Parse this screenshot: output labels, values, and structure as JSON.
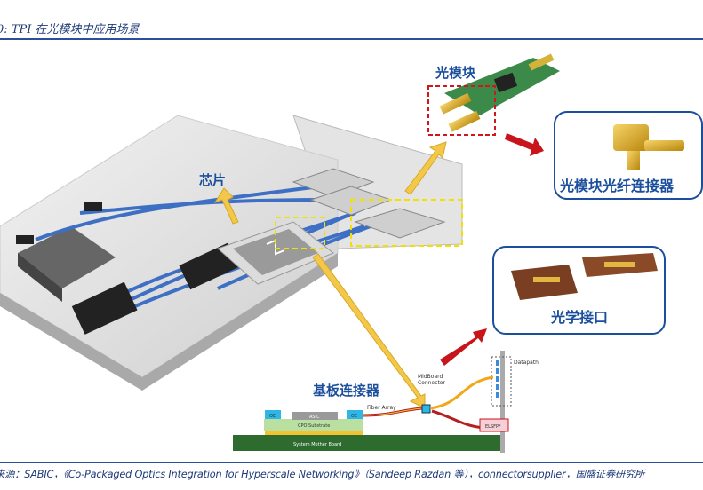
{
  "title": "0:  TPI 在光模块中应用场景",
  "figure": {
    "labels": {
      "chip": "芯片",
      "optical_module": "光模块",
      "optical_fiber_connector": "光模块光纤连接器",
      "optical_interface": "光学接口",
      "substrate_connector": "基板连接器"
    },
    "diagram": {
      "midboard_connector": [
        "MidBoard",
        "Connector"
      ],
      "fiber_array": "Fiber Array",
      "datapath": "Datapath",
      "oe_left": "OE",
      "asic": "ASIC",
      "oe_right": "OE",
      "cpo_substrate": "CPO Substrate",
      "system_mother_board": "System Mother Board",
      "elsfp": "ELSFP*"
    },
    "colors": {
      "label_blue": "#1b4f9c",
      "arrow_yellow": "#f3c84a",
      "arrow_red": "#c8151b",
      "cable_blue": "#3d6fc4"
    }
  },
  "source": "来源：SABIC，《Co-Packaged Optics Integration for Hyperscale Networking》（Sandeep Razdan 等），connectorsupplier，国盛证券研究所"
}
